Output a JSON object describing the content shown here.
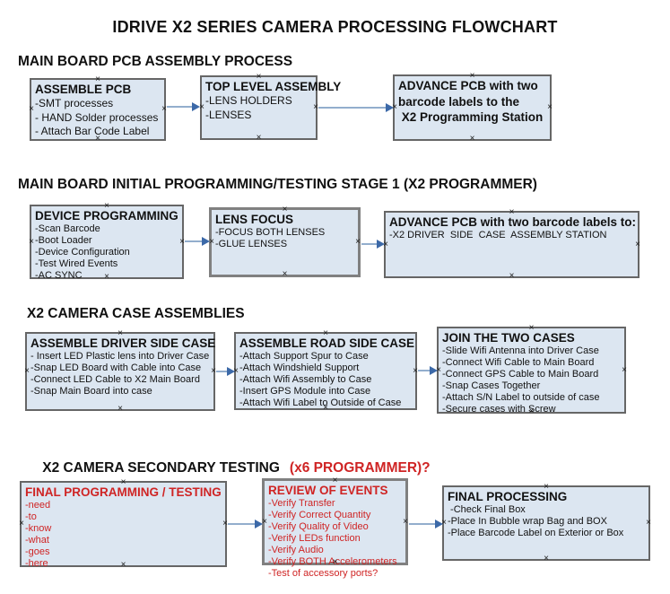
{
  "title": "IDRIVE X2  SERIES CAMERA PROCESSING FLOWCHART",
  "colors": {
    "box_fill": "#dce6f1",
    "box_border": "#666666",
    "red": "#cf2424",
    "arrow_line": "#93aecd",
    "arrow_head": "#3c69a8",
    "text": "#111111"
  },
  "glyphs": {
    "connection_marker": "×"
  },
  "sections": [
    {
      "heading": "MAIN BOARD PCB ASSEMBLY PROCESS",
      "boxes": [
        {
          "title": "ASSEMBLE PCB",
          "lines": [
            "-SMT processes",
            "- HAND Solder processes",
            "- Attach Bar Code Label"
          ]
        },
        {
          "title": "TOP LEVEL ASSEMBLY",
          "lines": [
            "-LENS HOLDERS",
            "-LENSES"
          ]
        },
        {
          "title": "",
          "lines": [
            "ADVANCE PCB with two",
            "barcode labels to the",
            " X2 Programming Station"
          ]
        }
      ]
    },
    {
      "heading": "MAIN BOARD INITIAL PROGRAMMING/TESTING STAGE 1 (X2 PROGRAMMER)",
      "boxes": [
        {
          "title": "DEVICE PROGRAMMING",
          "lines": [
            "-Scan Barcode",
            "-Boot Loader",
            "-Device Configuration",
            "-Test Wired Events",
            "-AC SYNC"
          ]
        },
        {
          "title": "LENS FOCUS",
          "lines": [
            "-FOCUS BOTH LENSES",
            "-GLUE LENSES"
          ]
        },
        {
          "title": "ADVANCE PCB with two barcode labels to:",
          "lines": [
            "-X2 DRIVER  SIDE  CASE  ASSEMBLY STATION"
          ]
        }
      ]
    },
    {
      "heading": "X2 CAMERA CASE ASSEMBLIES",
      "boxes": [
        {
          "title": "ASSEMBLE DRIVER SIDE CASE",
          "lines": [
            "- Insert LED Plastic lens into Driver Case",
            "-Snap LED Board with Cable into Case",
            "-Connect LED Cable to X2 Main Board",
            "-Snap Main Board into case"
          ]
        },
        {
          "title": "ASSEMBLE ROAD SIDE CASE",
          "lines": [
            "-Attach Support Spur to Case",
            "-Attach Windshield Support",
            "-Attach Wifi Assembly to Case",
            "-Insert GPS Module into Case",
            "-Attach Wifi Label to Outside of Case"
          ]
        },
        {
          "title": "JOIN THE TWO CASES",
          "lines": [
            "-Slide Wifi Antenna into Driver Case",
            "-Connect Wifi Cable to Main Board",
            "-Connect GPS Cable to Main Board",
            "-Snap Cases Together",
            "-Attach S/N Label to outside of case",
            "-Secure cases with Screw"
          ]
        }
      ]
    },
    {
      "heading": "X2 CAMERA SECONDARY TESTING",
      "heading_red": "(x6 PROGRAMMER)?",
      "boxes": [
        {
          "title": "FINAL PROGRAMMING / TESTING",
          "lines": [
            "-need",
            "-to",
            "-know",
            "-what",
            "-goes",
            "-here"
          ]
        },
        {
          "title": "REVIEW OF EVENTS",
          "lines": [
            "-Verify Transfer",
            "-Verify Correct Quantity",
            "-Verify Quality of Video",
            "-Verify LEDs function",
            "-Verify Audio",
            "-Verify BOTH Accelerometers",
            "-Test of accessory ports?"
          ]
        },
        {
          "title": "FINAL PROCESSING",
          "lines": [
            " -Check Final Box",
            "-Place In Bubble wrap Bag and BOX",
            "-Place Barcode Label on Exterior or Box"
          ]
        }
      ]
    }
  ]
}
